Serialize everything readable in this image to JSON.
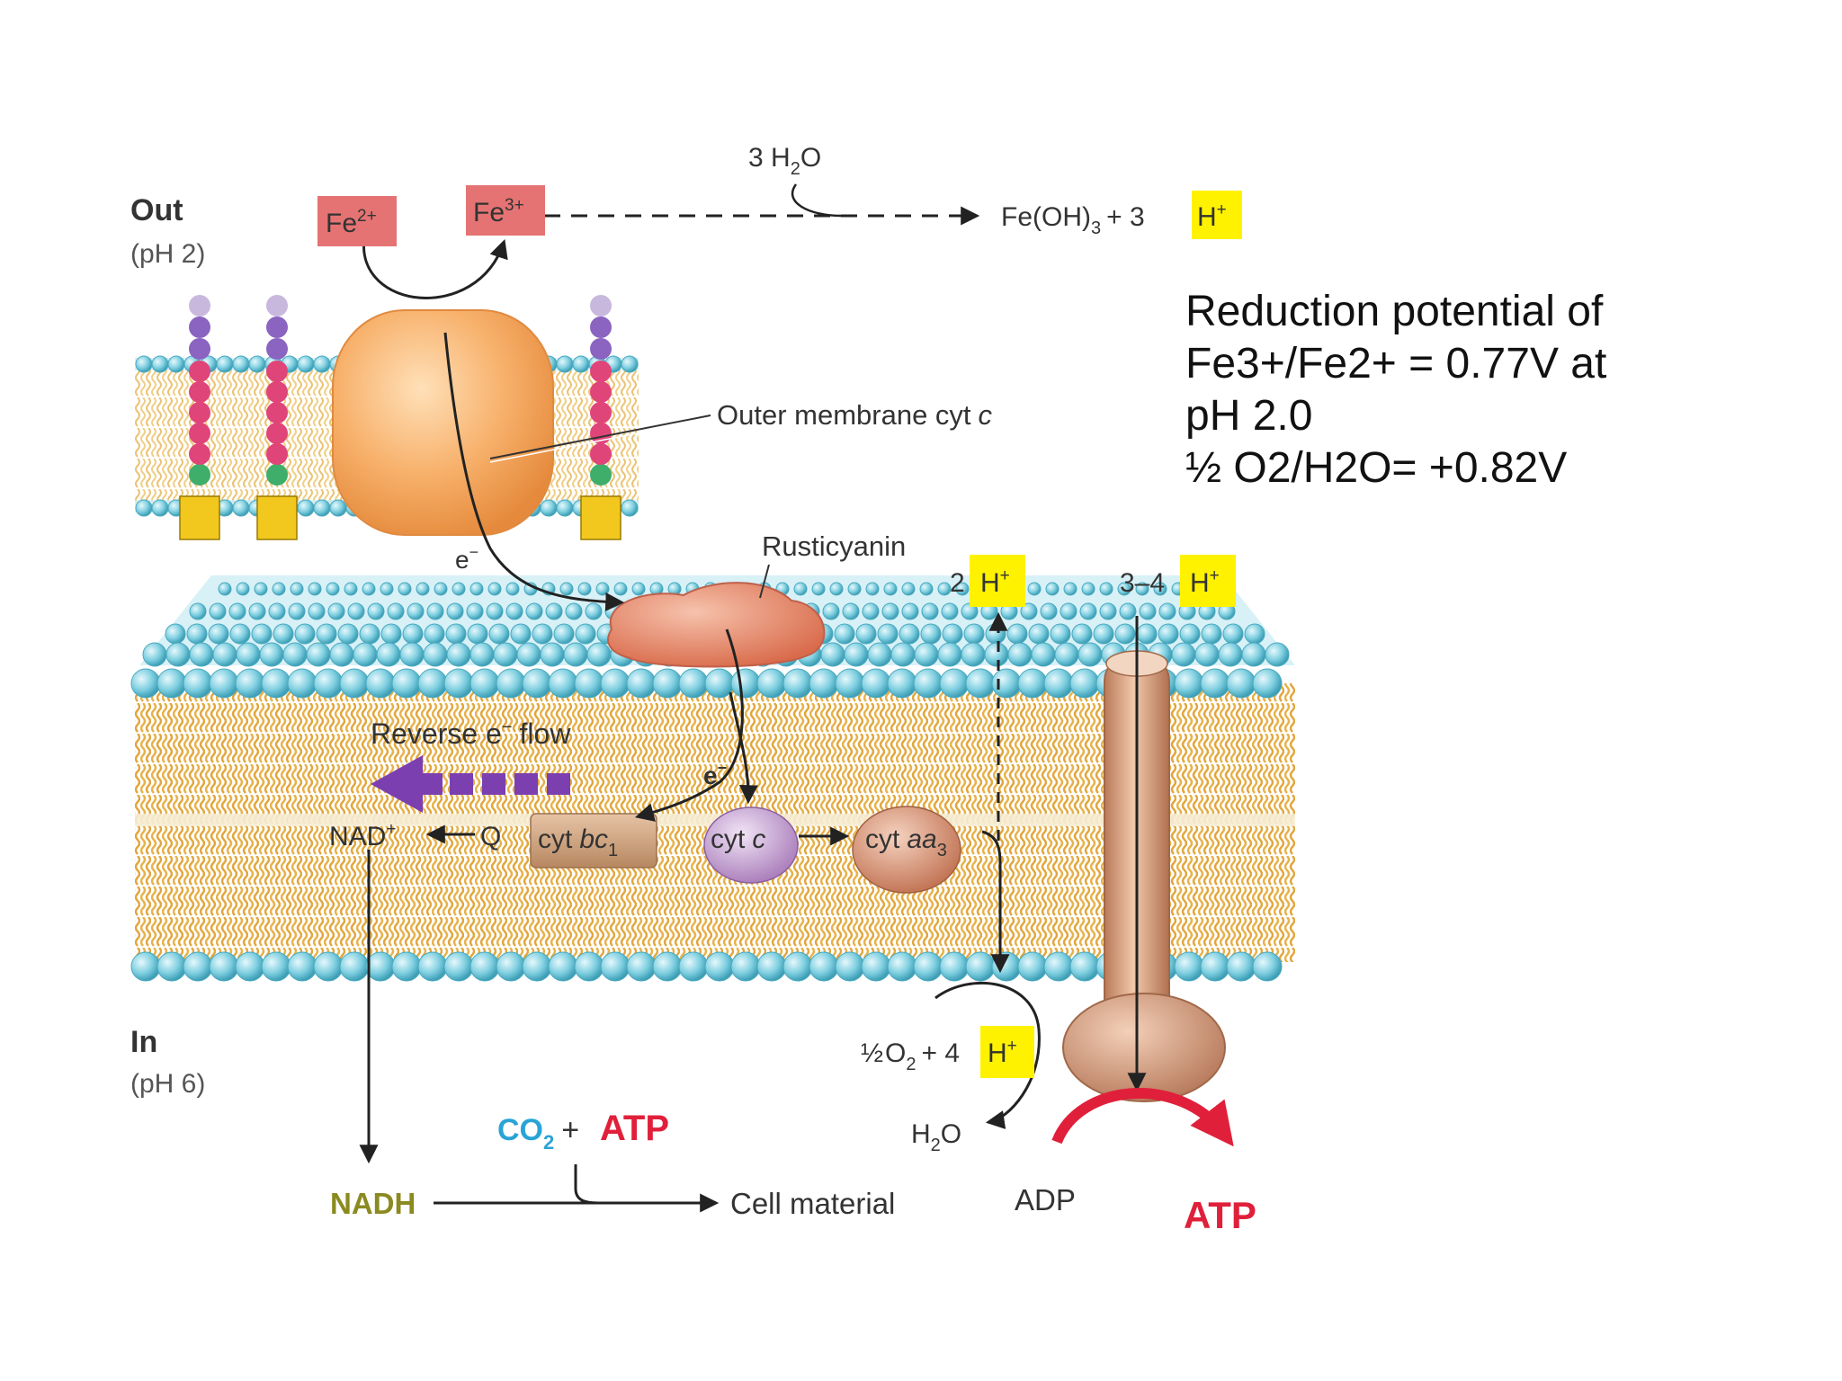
{
  "labels": {
    "out": "Out",
    "out_ph": "(pH 2)",
    "in": "In",
    "in_ph": "(pH 6)",
    "fe2": "Fe",
    "fe2_sup": "2+",
    "fe3": "Fe",
    "fe3_sup": "3+",
    "water_3": "3 H",
    "water_sub": "2",
    "water_o": "O",
    "feoh3": "Fe(OH)",
    "feoh3_sub": "3",
    "feoh3_plus": "+ 3",
    "h_plus": "H",
    "h_sup": "+",
    "outer_membrane_cytc": "Outer membrane cyt",
    "outer_membrane_cytc_italic": "c",
    "electron": "e",
    "electron_sup": "−",
    "rusticyanin": "Rusticyanin",
    "two_h": "2",
    "three_four_h": "3–4",
    "reverse_flow": "Reverse e",
    "reverse_flow_sup": "−",
    "reverse_flow_end": "flow",
    "nad": "NAD",
    "nad_sup": "+",
    "q": "Q",
    "cyt_bc1": "cyt",
    "cyt_bc1_italic": "bc",
    "cyt_bc1_sub": "1",
    "cyt_c": "cyt",
    "cyt_c_italic": "c",
    "cyt_aa3": "cyt",
    "cyt_aa3_italic": "aa",
    "cyt_aa3_sub": "3",
    "half": "½",
    "o2": "O",
    "o2_sub": "2",
    "o2_plus": "+ 4",
    "h2o": "H",
    "h2o_sub": "2",
    "h2o_o": "O",
    "co2": "CO",
    "co2_sub": "2",
    "co2_plus": "+",
    "atp_red": "ATP",
    "nadh": "NADH",
    "cell_material": "Cell material",
    "adp": "ADP",
    "atp_out": "ATP"
  },
  "note": {
    "line1": "Reduction potential of",
    "line2": "Fe3+/Fe2+ = 0.77V at",
    "line3": "pH 2.0",
    "line4": "½ O2/H2O= +0.82V"
  },
  "colors": {
    "lipid_head": "#7fcfe0",
    "lipid_tail": "#e7b24a",
    "fe_box": "#e57373",
    "h_highlight": "#fff200",
    "atp_red": "#e0203a",
    "co2_blue": "#2aa4d6",
    "nadh_olive": "#8a8a20",
    "reverse_arrow": "#7b3fb0"
  }
}
